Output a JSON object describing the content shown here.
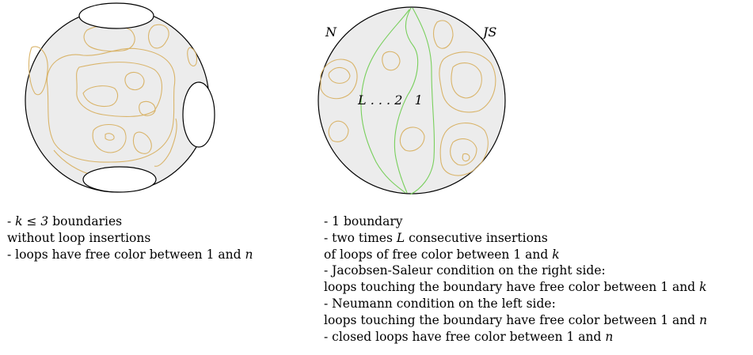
{
  "left_figure": {
    "caption_lines": [
      [
        "- ",
        {
          "math": "k ≤ 3"
        },
        " boundaries"
      ],
      [
        "without loop insertions"
      ],
      [
        "- loops have free color between 1 and ",
        {
          "math": "n"
        }
      ]
    ]
  },
  "right_figure": {
    "labels": {
      "top_left": "N",
      "top_right": "JS",
      "strands": "L . . . 2   1"
    },
    "caption_lines": [
      [
        "- 1 boundary"
      ],
      [
        "- two times ",
        {
          "math": "L"
        },
        " consecutive insertions"
      ],
      [
        "of loops of free color between 1 and ",
        {
          "math": "k"
        }
      ],
      [
        "- Jacobsen-Saleur condition on the right side:"
      ],
      [
        "loops touching the boundary have free color between 1 and ",
        {
          "math": "k"
        }
      ],
      [
        "- Neumann condition on the left side:"
      ],
      [
        "loops touching the boundary have free color between 1 and ",
        {
          "math": "n"
        }
      ],
      [
        "- closed loops have free color between 1 and ",
        {
          "math": "n"
        }
      ]
    ]
  },
  "colors": {
    "disk_fill": "#ececec",
    "outline": "#000000",
    "loop_stroke": "#d9b46a",
    "strand_stroke": "#78cf5c"
  }
}
